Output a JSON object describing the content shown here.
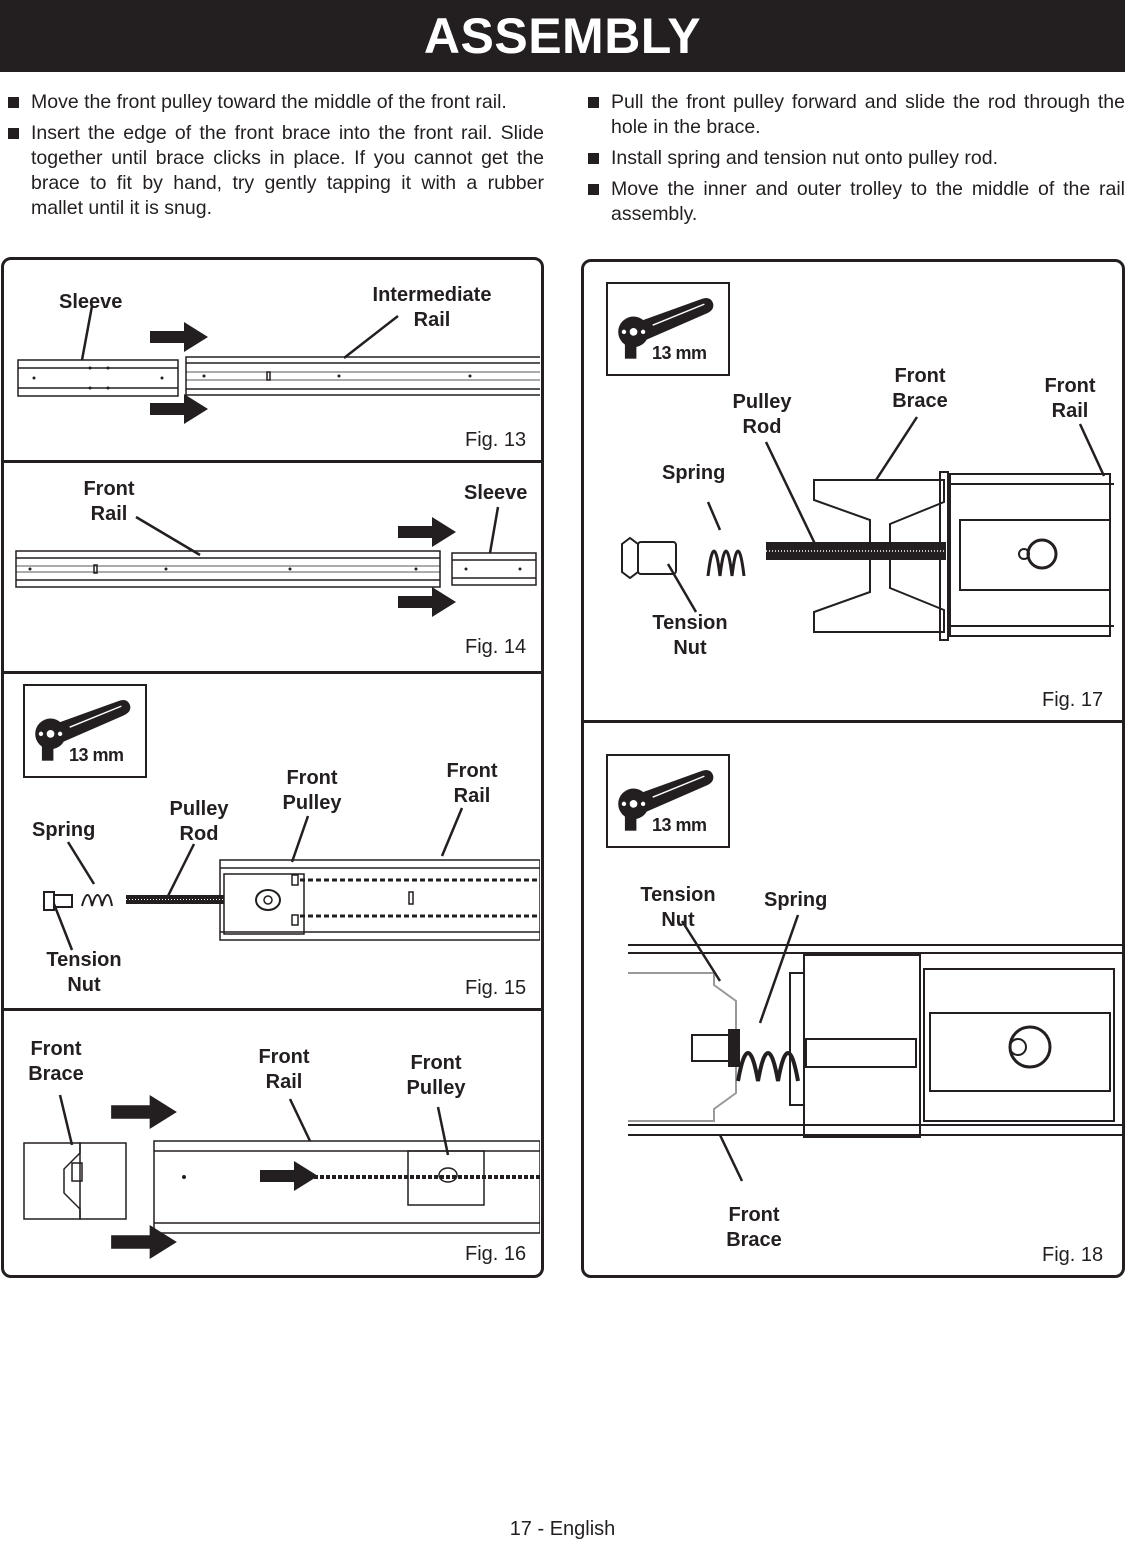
{
  "header": {
    "title": "ASSEMBLY"
  },
  "instructions": {
    "left": [
      "Move the front pulley toward the middle of the front rail.",
      "Insert the edge of the front brace into the front rail. Slide together until brace clicks in place. If you cannot get the brace to fit by hand, try gently tapping it with a rubber mallet until it is snug."
    ],
    "right": [
      "Pull the front pulley forward and slide the rod through the hole in the brace.",
      "Install spring and tension nut onto pulley rod.",
      "Move the inner and outer trolley to the middle of the rail assembly."
    ]
  },
  "figures": {
    "fig13": {
      "label": "Fig. 13",
      "sleeve": "Sleeve",
      "intermediate_rail": [
        "Intermediate",
        "Rail"
      ]
    },
    "fig14": {
      "label": "Fig. 14",
      "front_rail": [
        "Front",
        "Rail"
      ],
      "sleeve": "Sleeve"
    },
    "fig15": {
      "label": "Fig. 15",
      "tool_size": "13 mm",
      "spring": "Spring",
      "pulley_rod": [
        "Pulley",
        "Rod"
      ],
      "front_pulley": [
        "Front",
        "Pulley"
      ],
      "front_rail": [
        "Front",
        "Rail"
      ],
      "tension_nut": [
        "Tension",
        "Nut"
      ]
    },
    "fig16": {
      "label": "Fig. 16",
      "front_brace": [
        "Front",
        "Brace"
      ],
      "front_rail": [
        "Front",
        "Rail"
      ],
      "front_pulley": [
        "Front",
        "Pulley"
      ]
    },
    "fig17": {
      "label": "Fig. 17",
      "tool_size": "13 mm",
      "pulley_rod": [
        "Pulley",
        "Rod"
      ],
      "front_brace": [
        "Front",
        "Brace"
      ],
      "front_rail": [
        "Front",
        "Rail"
      ],
      "spring": "Spring",
      "tension_nut": [
        "Tension",
        "Nut"
      ]
    },
    "fig18": {
      "label": "Fig. 18",
      "tool_size": "13 mm",
      "tension_nut": [
        "Tension",
        "Nut"
      ],
      "spring": "Spring",
      "front_brace": [
        "Front",
        "Brace"
      ]
    }
  },
  "footer": {
    "page": "17 - English"
  },
  "icons": {
    "tool": "ratchet-wrench-icon",
    "arrow": "direction-arrow-icon"
  },
  "colors": {
    "ink": "#231f20",
    "paper": "#ffffff"
  }
}
